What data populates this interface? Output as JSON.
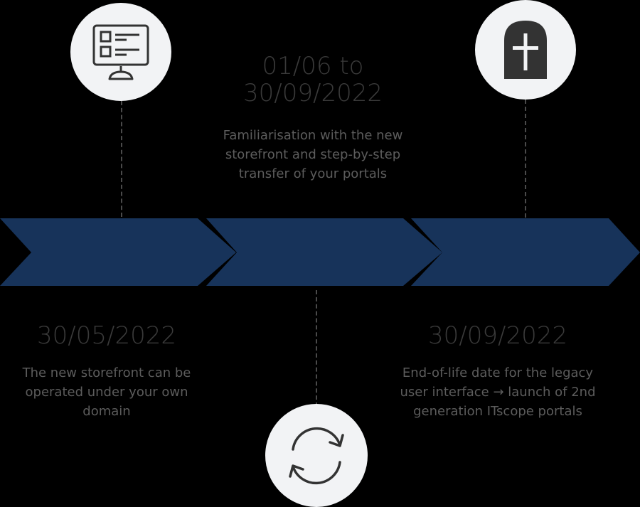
{
  "colors": {
    "background": "#000000",
    "chevron": "#17335a",
    "circle": "#f2f3f5",
    "icon": "#333333",
    "dash": "#4a4a4a",
    "date_text": "#3a3a3a",
    "desc_text": "#5c5c5c"
  },
  "milestones": [
    {
      "id": "storefront-launch",
      "icon": "monitor-list-icon",
      "date": "30/05/2022",
      "description_lines": [
        "The new storefront can be",
        "operated under your own",
        "domain"
      ]
    },
    {
      "id": "transition-period",
      "icon": "refresh-cycle-icon",
      "date_lines": [
        "01/06 to",
        "30/09/2022"
      ],
      "description_lines": [
        "Familiarisation with the new",
        "storefront and step-by-step",
        "transfer of your portals"
      ]
    },
    {
      "id": "end-of-life",
      "icon": "tombstone-cross-icon",
      "date": "30/09/2022",
      "description_lines": [
        "End-of-life date for the legacy",
        "user interface → launch of 2nd",
        "generation ITscope portals"
      ]
    }
  ]
}
